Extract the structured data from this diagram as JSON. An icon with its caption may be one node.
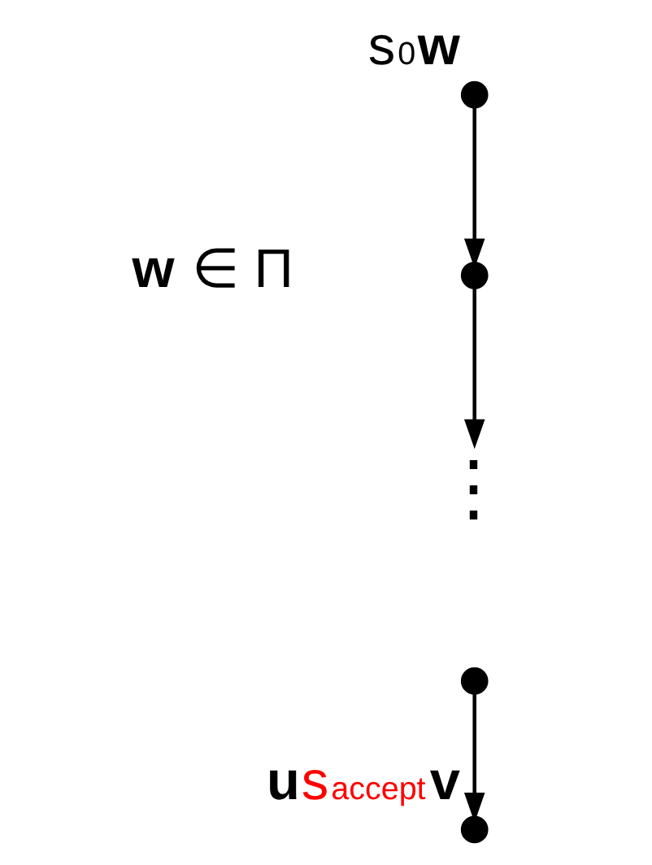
{
  "diagram": {
    "nodes": [
      {
        "text": [],
        "shape": "circle",
        "beside": [
          "s$_{0}$**w**"
        ]
      },
      {
        "text": [],
        "shape": "circle"
      },
      {
        "text": [
          "⋮"
        ]
      },
      {
        "text": [],
        "shape": "circle"
      },
      {
        "text": [],
        "shape": "circle",
        "beside": [
          "**u**s$_{accept}$**v**"
        ]
      }
    ],
    "edges": [
      {
        "from": 0,
        "to": 1,
        "arrow": "to"
      },
      {
        "from": 1,
        "to": 2,
        "arrow": "to"
      },
      {
        "from": 3,
        "to": 4,
        "arrow": "to"
      }
    ],
    "labels": [
      "**w** ∈ Π"
    ]
  }
}
